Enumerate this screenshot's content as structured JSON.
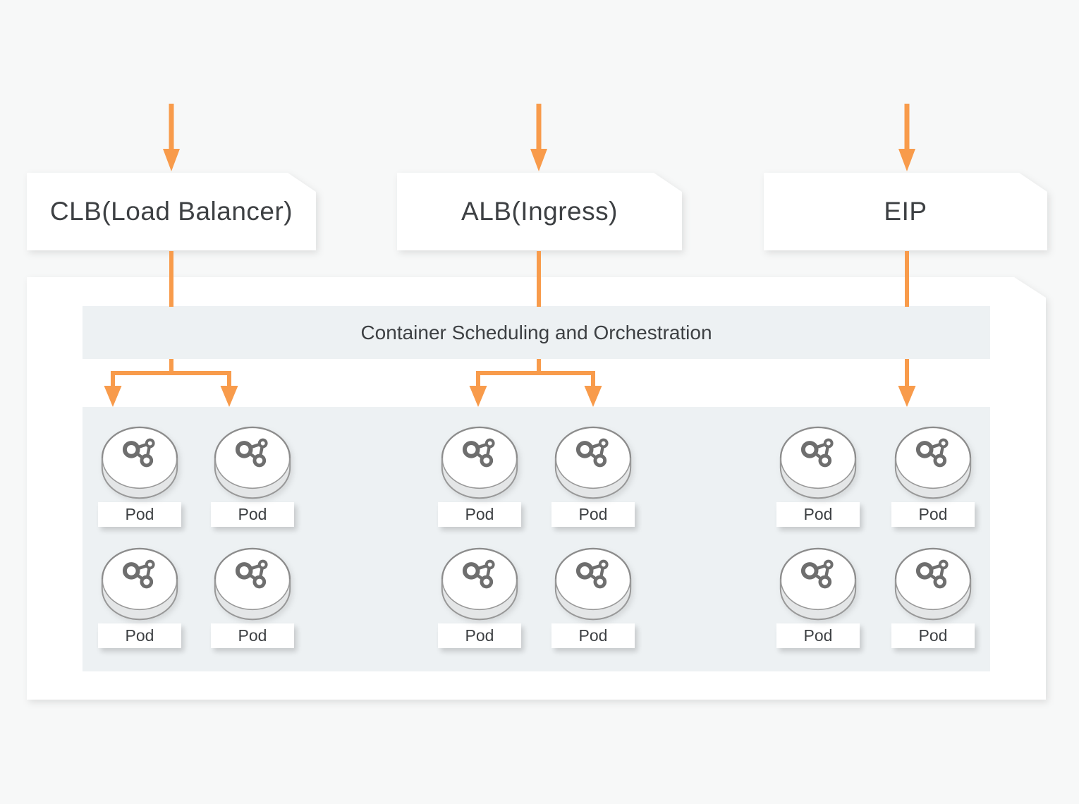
{
  "diagram": {
    "top_nodes": [
      {
        "id": "clb",
        "label": "CLB(Load Balancer)"
      },
      {
        "id": "alb",
        "label": "ALB(Ingress)"
      },
      {
        "id": "eip",
        "label": "EIP"
      }
    ],
    "cluster": {
      "banner": "Container Scheduling and Orchestration",
      "pod_groups": [
        {
          "id": "clb-pods",
          "pods": [
            "Pod",
            "Pod",
            "Pod",
            "Pod"
          ]
        },
        {
          "id": "alb-pods",
          "pods": [
            "Pod",
            "Pod",
            "Pod",
            "Pod"
          ]
        },
        {
          "id": "eip-pods",
          "pods": [
            "Pod",
            "Pod",
            "Pod",
            "Pod"
          ]
        }
      ]
    },
    "connections": [
      {
        "from": "top",
        "to": "CLB(Load Balancer)"
      },
      {
        "from": "top",
        "to": "ALB(Ingress)"
      },
      {
        "from": "top",
        "to": "EIP"
      },
      {
        "from": "CLB(Load Balancer)",
        "to": "pods",
        "branches": 2
      },
      {
        "from": "ALB(Ingress)",
        "to": "pods",
        "branches": 2
      },
      {
        "from": "EIP",
        "to": "pods",
        "branches": 1
      }
    ]
  },
  "colors": {
    "arrow": "#F89B4B",
    "panel": "#EDF1F3",
    "surface": "#FFFFFF",
    "page_bg": "#F7F8F8",
    "outline": "#8C8C8C",
    "icon": "#6E6E6E",
    "text": "#3D4043"
  }
}
